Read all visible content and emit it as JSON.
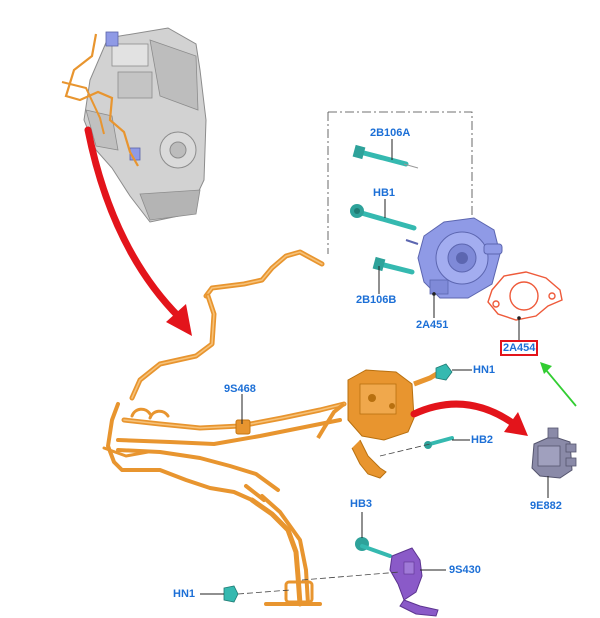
{
  "colors": {
    "label": "#1c6fd6",
    "highlight_box": "#e3141b",
    "callout_arrow_red": "#e3141b",
    "callout_arrow_green": "#32cd32",
    "harness_orange": "#e8952f",
    "pump_blue": "#8f9ae6",
    "gasket_red": "#ee5a3a",
    "bolt_teal": "#35b9b0",
    "bracket_purple": "#8a5ac8",
    "engine_grey": "#c9c9c9"
  },
  "labels": {
    "bolt_top": "2B106A",
    "bolt_mid": "HB1",
    "bolt_low": "2B106B",
    "vacuum_pump": "2A451",
    "gasket": "2A454",
    "pipe_assembly": "9S468",
    "nut_hn1_top": "HN1",
    "bolt_hb2": "HB2",
    "solenoid": "9E882",
    "bolt_hb3": "HB3",
    "bracket": "9S430",
    "nut_hn1_bottom": "HN1"
  },
  "icons": {
    "engine": "engine-illustration",
    "pump": "vacuum-pump-illustration",
    "gasket": "gasket-illustration",
    "solenoid": "solenoid-valve-illustration"
  }
}
